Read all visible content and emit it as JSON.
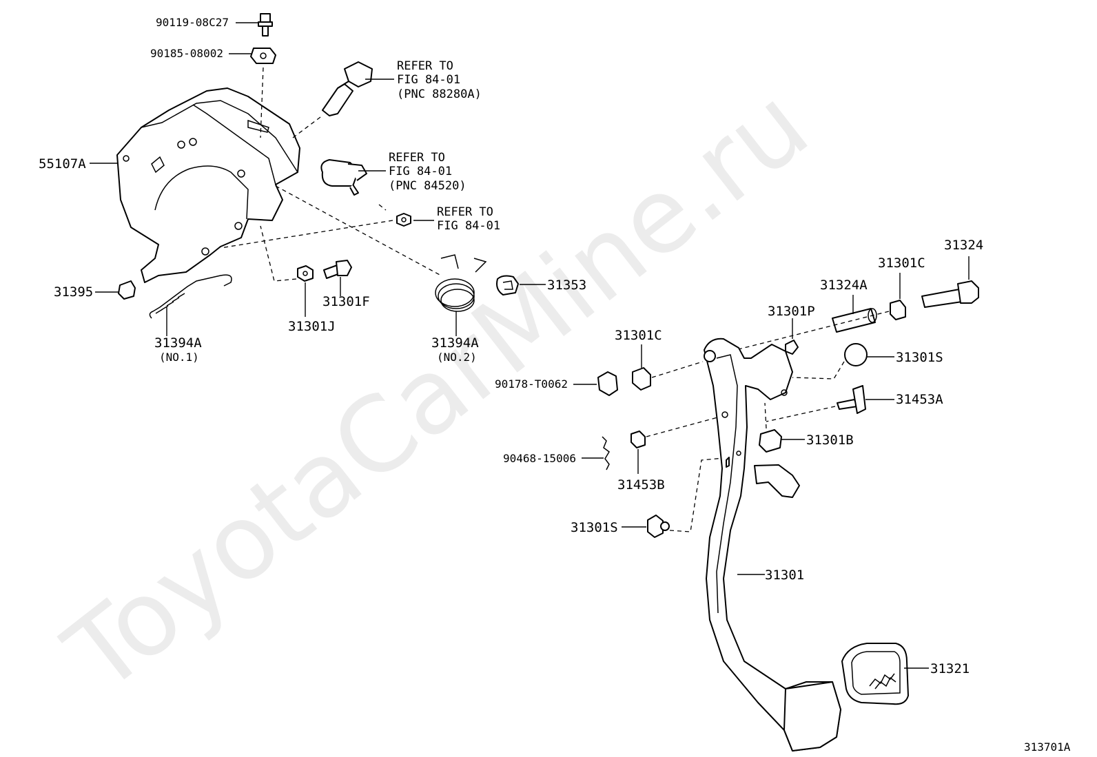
{
  "watermark": "ToyotaCarMine.ru",
  "figure_code": "313701A",
  "labels": {
    "bolt_top": "90119-08C27",
    "nut_clip": "90185-08002",
    "bracket": "55107A",
    "cushion": "31395",
    "spring_no1": "31394A",
    "spring_no1_note": "(NO.1)",
    "nut_j": "31301J",
    "bolt_f": "31301F",
    "spring_no2": "31394A",
    "spring_no2_note": "(NO.2)",
    "clip_31353": "31353",
    "bolt_31324": "31324",
    "bush_31301c_right": "31301C",
    "collar_31324a": "31324A",
    "pin_31301p": "31301P",
    "bush_31301c_left": "31301C",
    "stopper_31301s_right": "31301S",
    "bolt_90178": "90178-T0062",
    "pin_31453a": "31453A",
    "block_31301b": "31301B",
    "clip_90468": "90468-15006",
    "bush_31453b": "31453B",
    "stopper_31301s_left": "31301S",
    "pedal_31301": "31301",
    "pad_31321": "31321"
  },
  "refer_switch": {
    "line1": "REFER TO",
    "line2": "FIG 84-01",
    "line3": "(PNC 88280A)"
  },
  "refer_sensor": {
    "line1": "REFER TO",
    "line2": "FIG 84-01",
    "line3": "(PNC 84520)"
  },
  "refer_nut": {
    "line1": "REFER TO",
    "line2": "FIG 84-01"
  }
}
